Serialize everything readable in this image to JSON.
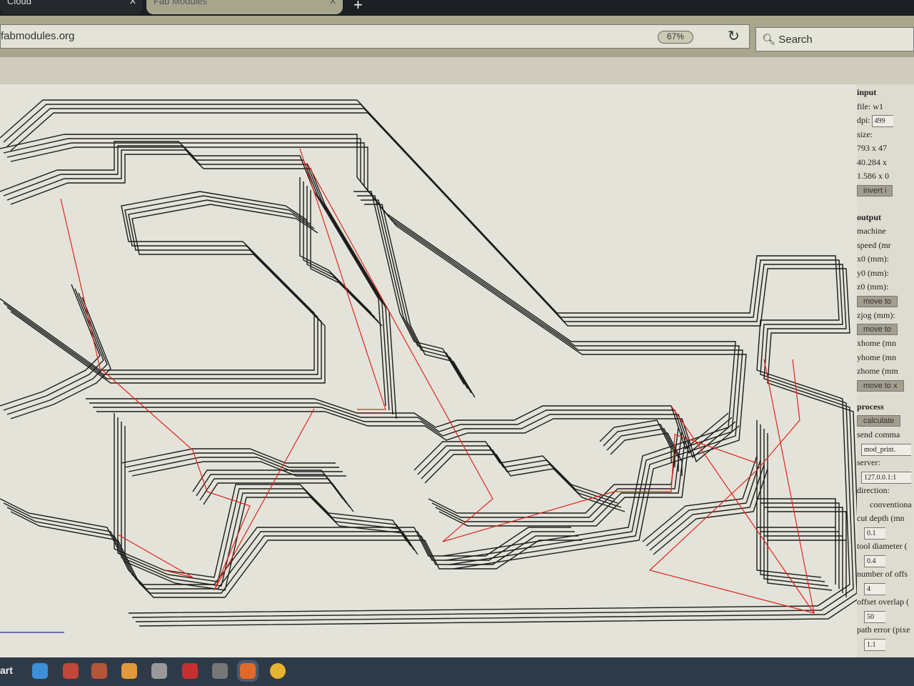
{
  "browser": {
    "tabs": [
      {
        "label": "Cloud",
        "close": "x"
      },
      {
        "label": "Fab Modules",
        "close": "x"
      }
    ],
    "new_tab": "+",
    "url": "fabmodules.org",
    "zoom": "67%",
    "search_placeholder": "Search"
  },
  "panel": {
    "input_heading": "input",
    "file": "file: w1",
    "dpi_label": "dpi:",
    "dpi_value": "499",
    "size_label": "size:",
    "size_px": "793 x 47",
    "size_mm": "40.284 x",
    "size_in": "1.586 x 0",
    "invert_button": "invert i",
    "output_heading": "output",
    "machine_label": "machine",
    "speed_label": "speed (mr",
    "x0_label": "x0 (mm):",
    "y0_label": "y0 (mm):",
    "z0_label": "z0 (mm):",
    "move_to_button": "move to",
    "zjog_label": "zjog (mm):",
    "move_to_button2": "move to",
    "xhome_label": "xhome (mn",
    "yhome_label": "yhome (mn",
    "zhome_label": "zhome (mm",
    "move_to_xyz_button": "move to x",
    "process_heading": "process",
    "calculate_button": "calculate",
    "send_command_label": "send comma",
    "send_command_value": "mod_print.",
    "server_label": "server:",
    "server_value": "127.0.0.1:1",
    "direction_label": "direction:",
    "direction_value": "conventiona",
    "cut_depth_label": "cut depth (mn",
    "cut_depth_value": "0.1",
    "tool_diameter_label": "tool diameter (",
    "tool_diameter_value": "0.4",
    "offsets_label": "number of offs",
    "offsets_value": "4",
    "overlap_label": "offset overlap (",
    "overlap_value": "50",
    "path_error_label": "path error (pixe",
    "path_error_value": "1.1"
  },
  "taskbar": {
    "start_label": "art"
  },
  "colors": {
    "toolpath": "#1a1a1a",
    "move": "#e0261c",
    "accent": "#a9a68e"
  }
}
